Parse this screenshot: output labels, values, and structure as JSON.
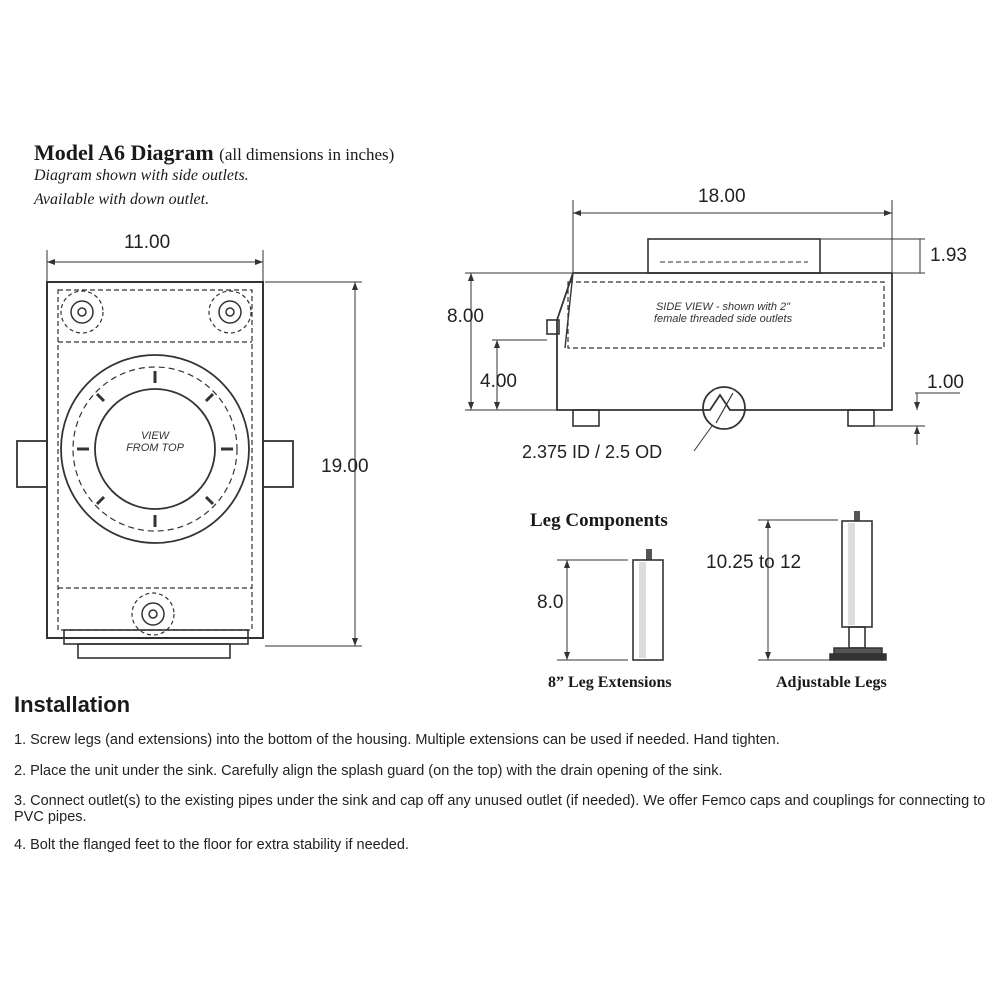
{
  "header": {
    "title": "Model A6 Diagram",
    "title_note": "(all dimensions in inches)",
    "line1": "Diagram shown with side outlets.",
    "line2": "Available with down outlet."
  },
  "top_view": {
    "width_label": "11.00",
    "height_label": "19.00",
    "caption_line1": "VIEW",
    "caption_line2": "FROM TOP"
  },
  "side_view": {
    "width_label": "18.00",
    "guard_label": "1.93",
    "height_label": "8.00",
    "outlet_height_label": "4.00",
    "foot_label": "1.00",
    "pipe_label": "2.375 ID / 2.5 OD",
    "caption_line1": "SIDE VIEW - shown with 2\"",
    "caption_line2": "female threaded side outlets"
  },
  "legs": {
    "title": "Leg Components",
    "extension_dim": "8.0",
    "extension_caption": "8” Leg Extensions",
    "adjustable_dim": "10.25 to 12",
    "adjustable_caption": "Adjustable Legs"
  },
  "installation": {
    "heading": "Installation",
    "steps": [
      "1. Screw legs (and extensions) into the bottom of the housing.  Multiple extensions can be used if needed.  Hand tighten.",
      "2. Place the unit under the sink.  Carefully align the splash guard (on the top) with the drain opening of the sink.",
      "3. Connect outlet(s) to the existing pipes under the sink and cap off any unused outlet (if needed).  We offer Femco caps and couplings for connecting to PVC pipes.",
      "4. Bolt the flanged feet to the floor for extra stability if needed."
    ]
  }
}
